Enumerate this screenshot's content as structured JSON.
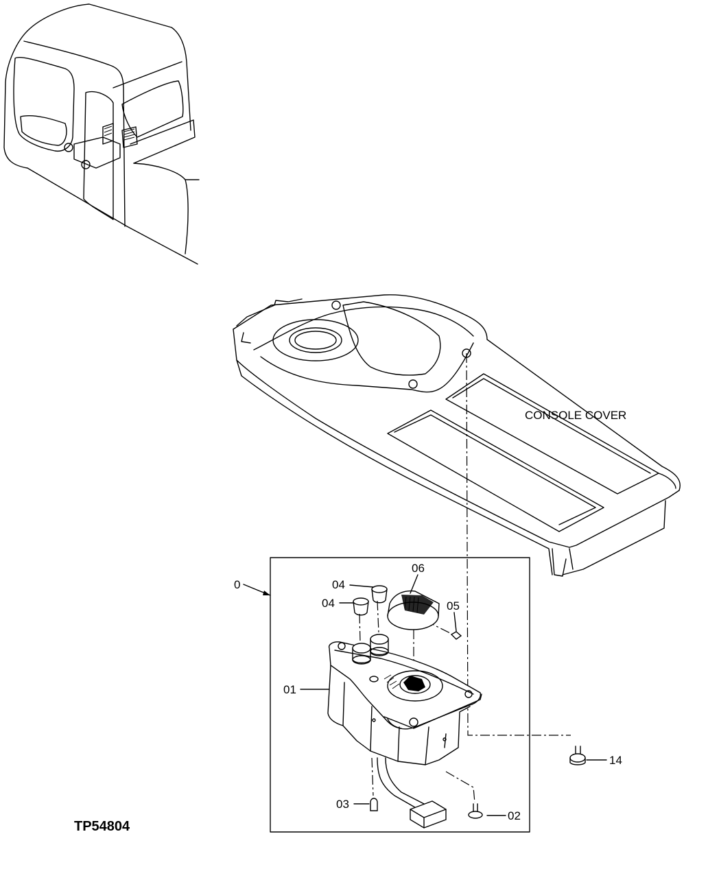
{
  "figure_id": "TP54804",
  "caption": "CONSOLE COVER",
  "callouts": {
    "c0": "0",
    "c01": "01",
    "c02": "02",
    "c03": "03",
    "c04a": "04",
    "c04b": "04",
    "c05": "05",
    "c06": "06",
    "c14": "14"
  }
}
